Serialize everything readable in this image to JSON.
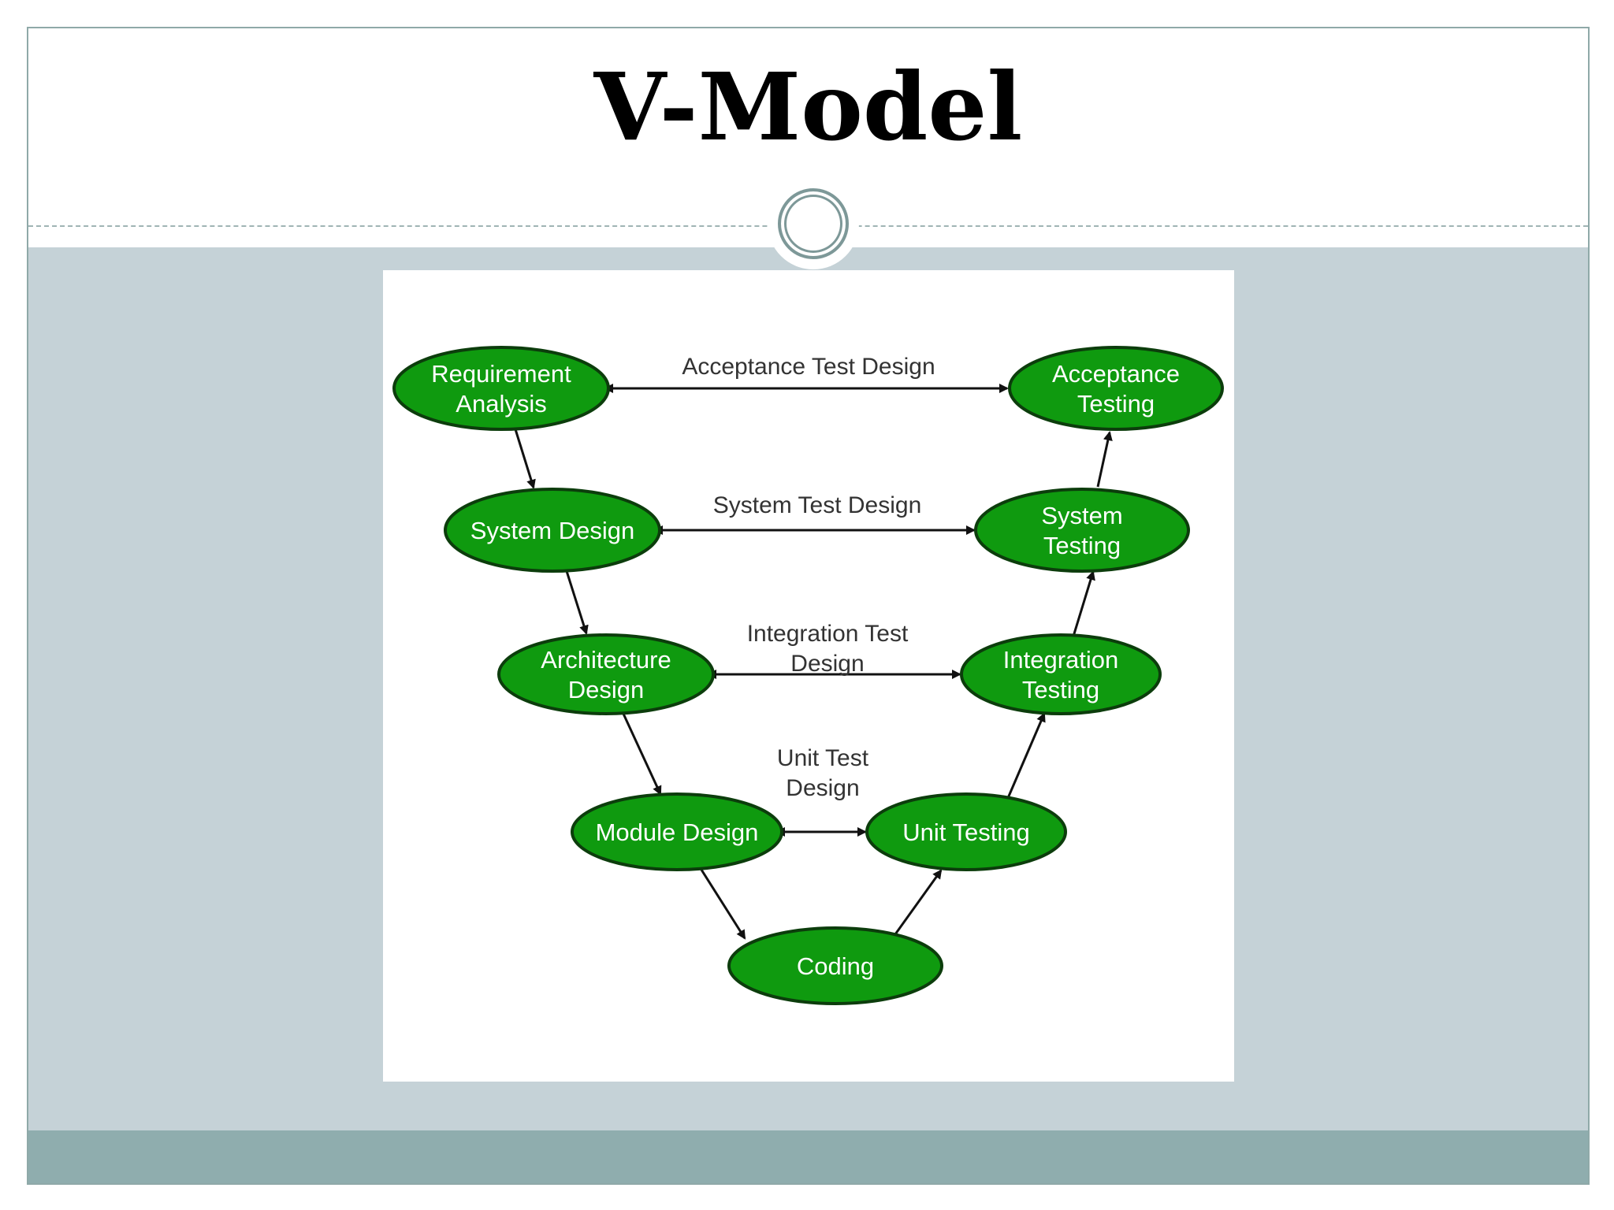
{
  "slide": {
    "title": "V-Model"
  },
  "colors": {
    "node_fill": "#0f9a0f",
    "node_stroke": "#0c3d0c",
    "band": "#c5d2d7",
    "footer": "#8fadae",
    "accent_ring": "#7d9898"
  },
  "ornament": {
    "icon": "double-ring-icon"
  },
  "diagram": {
    "nodes": [
      {
        "id": "req",
        "lines": [
          "Requirement",
          "Analysis"
        ]
      },
      {
        "id": "sysd",
        "lines": [
          "System Design"
        ]
      },
      {
        "id": "arch",
        "lines": [
          "Architecture",
          "Design"
        ]
      },
      {
        "id": "mod",
        "lines": [
          "Module Design"
        ]
      },
      {
        "id": "code",
        "lines": [
          "Coding"
        ]
      },
      {
        "id": "unit",
        "lines": [
          "Unit Testing"
        ]
      },
      {
        "id": "integ",
        "lines": [
          "Integration",
          "Testing"
        ]
      },
      {
        "id": "syst",
        "lines": [
          "System",
          "Testing"
        ]
      },
      {
        "id": "acc",
        "lines": [
          "Acceptance",
          "Testing"
        ]
      }
    ],
    "flow_edges": [
      {
        "from": "req",
        "to": "sysd"
      },
      {
        "from": "sysd",
        "to": "arch"
      },
      {
        "from": "arch",
        "to": "mod"
      },
      {
        "from": "mod",
        "to": "code"
      },
      {
        "from": "code",
        "to": "unit"
      },
      {
        "from": "unit",
        "to": "integ"
      },
      {
        "from": "integ",
        "to": "syst"
      },
      {
        "from": "syst",
        "to": "acc"
      }
    ],
    "test_design_links": [
      {
        "between": [
          "req",
          "acc"
        ],
        "lines": [
          "Acceptance Test Design"
        ]
      },
      {
        "between": [
          "sysd",
          "syst"
        ],
        "lines": [
          "System Test Design"
        ]
      },
      {
        "between": [
          "arch",
          "integ"
        ],
        "lines": [
          "Integration Test",
          "Design"
        ]
      },
      {
        "between": [
          "mod",
          "unit"
        ],
        "lines": [
          "Unit Test",
          "Design"
        ]
      }
    ]
  }
}
